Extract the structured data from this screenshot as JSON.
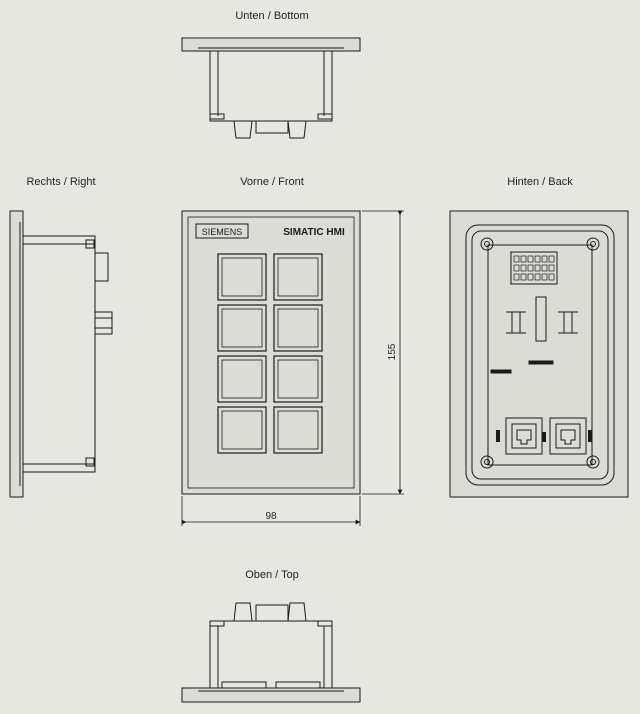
{
  "views": {
    "bottom": "Unten / Bottom",
    "right": "Rechts / Right",
    "front": "Vorne / Front",
    "back": "Hinten / Back",
    "top": "Oben / Top"
  },
  "front": {
    "brand": "SIEMENS",
    "product": "SIMATIC  HMI",
    "key_count": 8
  },
  "dimensions": {
    "width": "98",
    "height": "155"
  },
  "colors": {
    "background": "#e7e7e2",
    "panel": "#dcdcd6",
    "line": "#1a1a1a"
  }
}
